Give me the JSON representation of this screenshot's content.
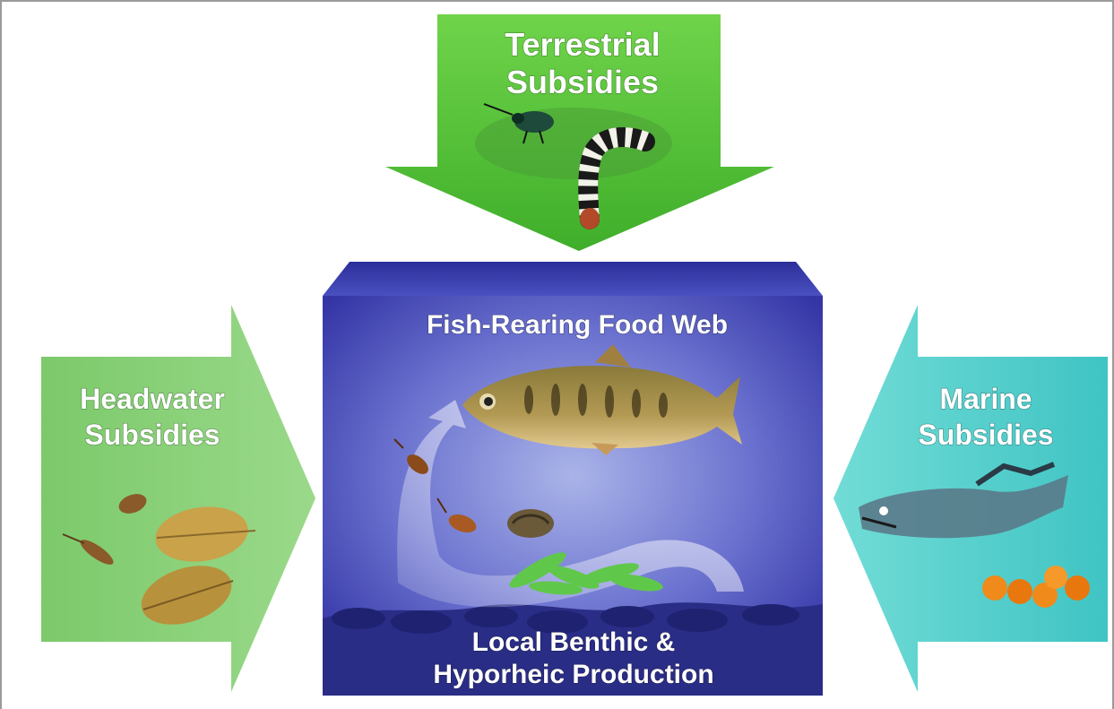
{
  "labels": {
    "terrestrial_line1": "Terrestrial",
    "terrestrial_line2": "Subsidies",
    "headwater_line1": "Headwater",
    "headwater_line2": "Subsidies",
    "marine_line1": "Marine",
    "marine_line2": "Subsidies",
    "center_title": "Fish-Rearing Food Web",
    "benthic_line1": "Local Benthic &",
    "benthic_line2": "Hyporheic Production"
  },
  "colors": {
    "terrestrial_arrow": "#5cc83a",
    "headwater_arrow": "#86d073",
    "marine_arrow": "#4ecdc6",
    "center_box": "#3b3fb0",
    "center_box_light": "#7c83d4",
    "benthic_band": "#2a2d86"
  },
  "icons": [
    "beetle-icon",
    "caterpillar-icon",
    "fish-icon",
    "insect-larva-icon",
    "leaf-icon",
    "salmon-carcass-icon",
    "salmon-eggs-icon",
    "algae-icon",
    "snail-icon"
  ]
}
